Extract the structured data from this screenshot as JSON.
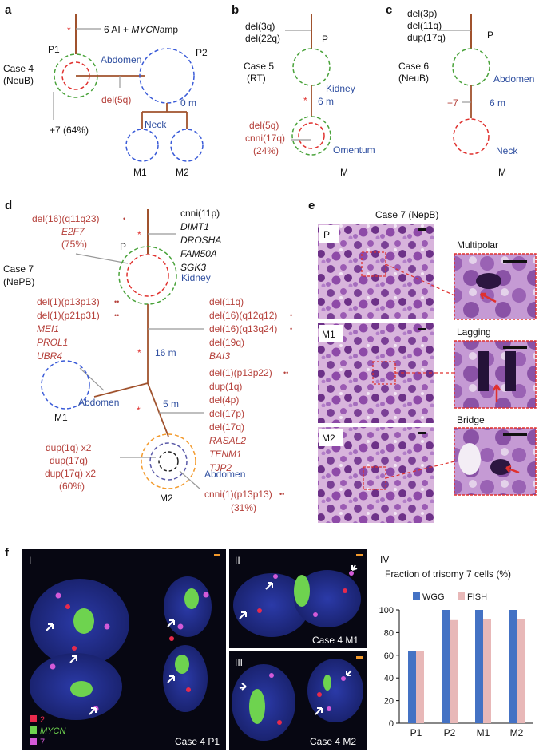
{
  "panels": {
    "a": {
      "letter": "a",
      "case_label": "Case 4",
      "case_sub": "(NeuB)",
      "trunk_label_pre": "6 AI + ",
      "trunk_label_gene": "MYCN",
      "trunk_label_post": "amp",
      "p1": "P1",
      "p2": "P2",
      "abdomen": "Abdomen",
      "del5q": "del(5q)",
      "time": "0 m",
      "neck": "Neck",
      "plus7": "+7 (64%)",
      "m1": "M1",
      "m2": "M2"
    },
    "b": {
      "letter": "b",
      "trunk_line1": "del(3q)",
      "trunk_line2": "del(22q)",
      "p": "P",
      "case_label": "Case 5",
      "case_sub": "(RT)",
      "kidney": "Kidney",
      "time": "6 m",
      "branch_line1": "del(5q)",
      "branch_line2": "cnni(17q)",
      "branch_line3": "(24%)",
      "omentum": "Omentum",
      "m": "M"
    },
    "c": {
      "letter": "c",
      "trunk_line1": "del(3p)",
      "trunk_line2": "del(11q)",
      "trunk_line3": "dup(17q)",
      "p": "P",
      "case_label": "Case 6",
      "case_sub": "(NeuB)",
      "abdomen": "Abdomen",
      "plus7": "+7",
      "time": "6 m",
      "neck": "Neck",
      "m": "M"
    },
    "d": {
      "letter": "d",
      "top_left_1": "del(16)(q11q23)",
      "top_left_2": "E2F7",
      "top_left_3": "(75%)",
      "top_right": [
        "cnni(11p)",
        "DIMT1",
        "DROSHA",
        "FAM50A",
        "SGK3"
      ],
      "p": "P",
      "kidney": "Kidney",
      "case_label": "Case 7",
      "case_sub": "(NePB)",
      "m1_lines": [
        "del(1)(p13p13)",
        "del(1)(p21p31)",
        "MEI1",
        "PROL1",
        "UBR4"
      ],
      "mid_right": [
        "del(11q)",
        "del(16)(q12q12)",
        "del(16)(q13q24)",
        "del(19q)",
        "BAI3"
      ],
      "time1": "16 m",
      "abdomen_m1": "Abdomen",
      "m1": "M1",
      "time2": "5 m",
      "lower_right": [
        "del(1)(p13p22)",
        "dup(1q)",
        "del(4p)",
        "del(17p)",
        "del(17q)",
        "RASAL2",
        "TENM1",
        "TJP2"
      ],
      "m2_left": [
        "dup(1q) x2",
        "dup(17q)",
        "dup(17q) x2",
        "(60%)"
      ],
      "abdomen_m2": "Abdomen",
      "m2": "M2",
      "bottom_1": "cnni(1)(p13p13)",
      "bottom_2": "(31%)"
    },
    "e": {
      "letter": "e",
      "title": "Case 7 (NepB)",
      "p": "P",
      "m1": "M1",
      "m2": "M2",
      "multipolar": "Multipolar",
      "lagging": "Lagging",
      "bridge": "Bridge"
    },
    "f": {
      "letter": "f",
      "i": "I",
      "ii": "II",
      "iii": "III",
      "iv": "IV",
      "label_i": "Case 4 P1",
      "label_ii": "Case 4 M1",
      "label_iii": "Case 4 M2",
      "legend_2": "2",
      "legend_mycn": "MYCN",
      "legend_7": "7"
    }
  },
  "colors": {
    "branch": "#a0522d",
    "red": "#e0312e",
    "green": "#4aa33b",
    "blue": "#3a5bd8",
    "orange": "#f39a2c",
    "red_text": "#b5403a",
    "blue_text": "#2f4fa0",
    "wgg": "#4472c4",
    "fish": "#e8b8b8"
  },
  "chart_data": {
    "type": "bar",
    "title": "Fraction of trisomy 7 cells (%)",
    "categories": [
      "P1",
      "P2",
      "M1",
      "M2"
    ],
    "series": [
      {
        "name": "WGG",
        "values": [
          64,
          100,
          100,
          100
        ]
      },
      {
        "name": "FISH",
        "values": [
          64,
          91,
          92,
          92
        ]
      }
    ],
    "ylim": [
      0,
      100
    ],
    "yticks": [
      "0",
      "20",
      "40",
      "60",
      "80",
      "100"
    ],
    "legend_position": "top",
    "grid": false
  }
}
